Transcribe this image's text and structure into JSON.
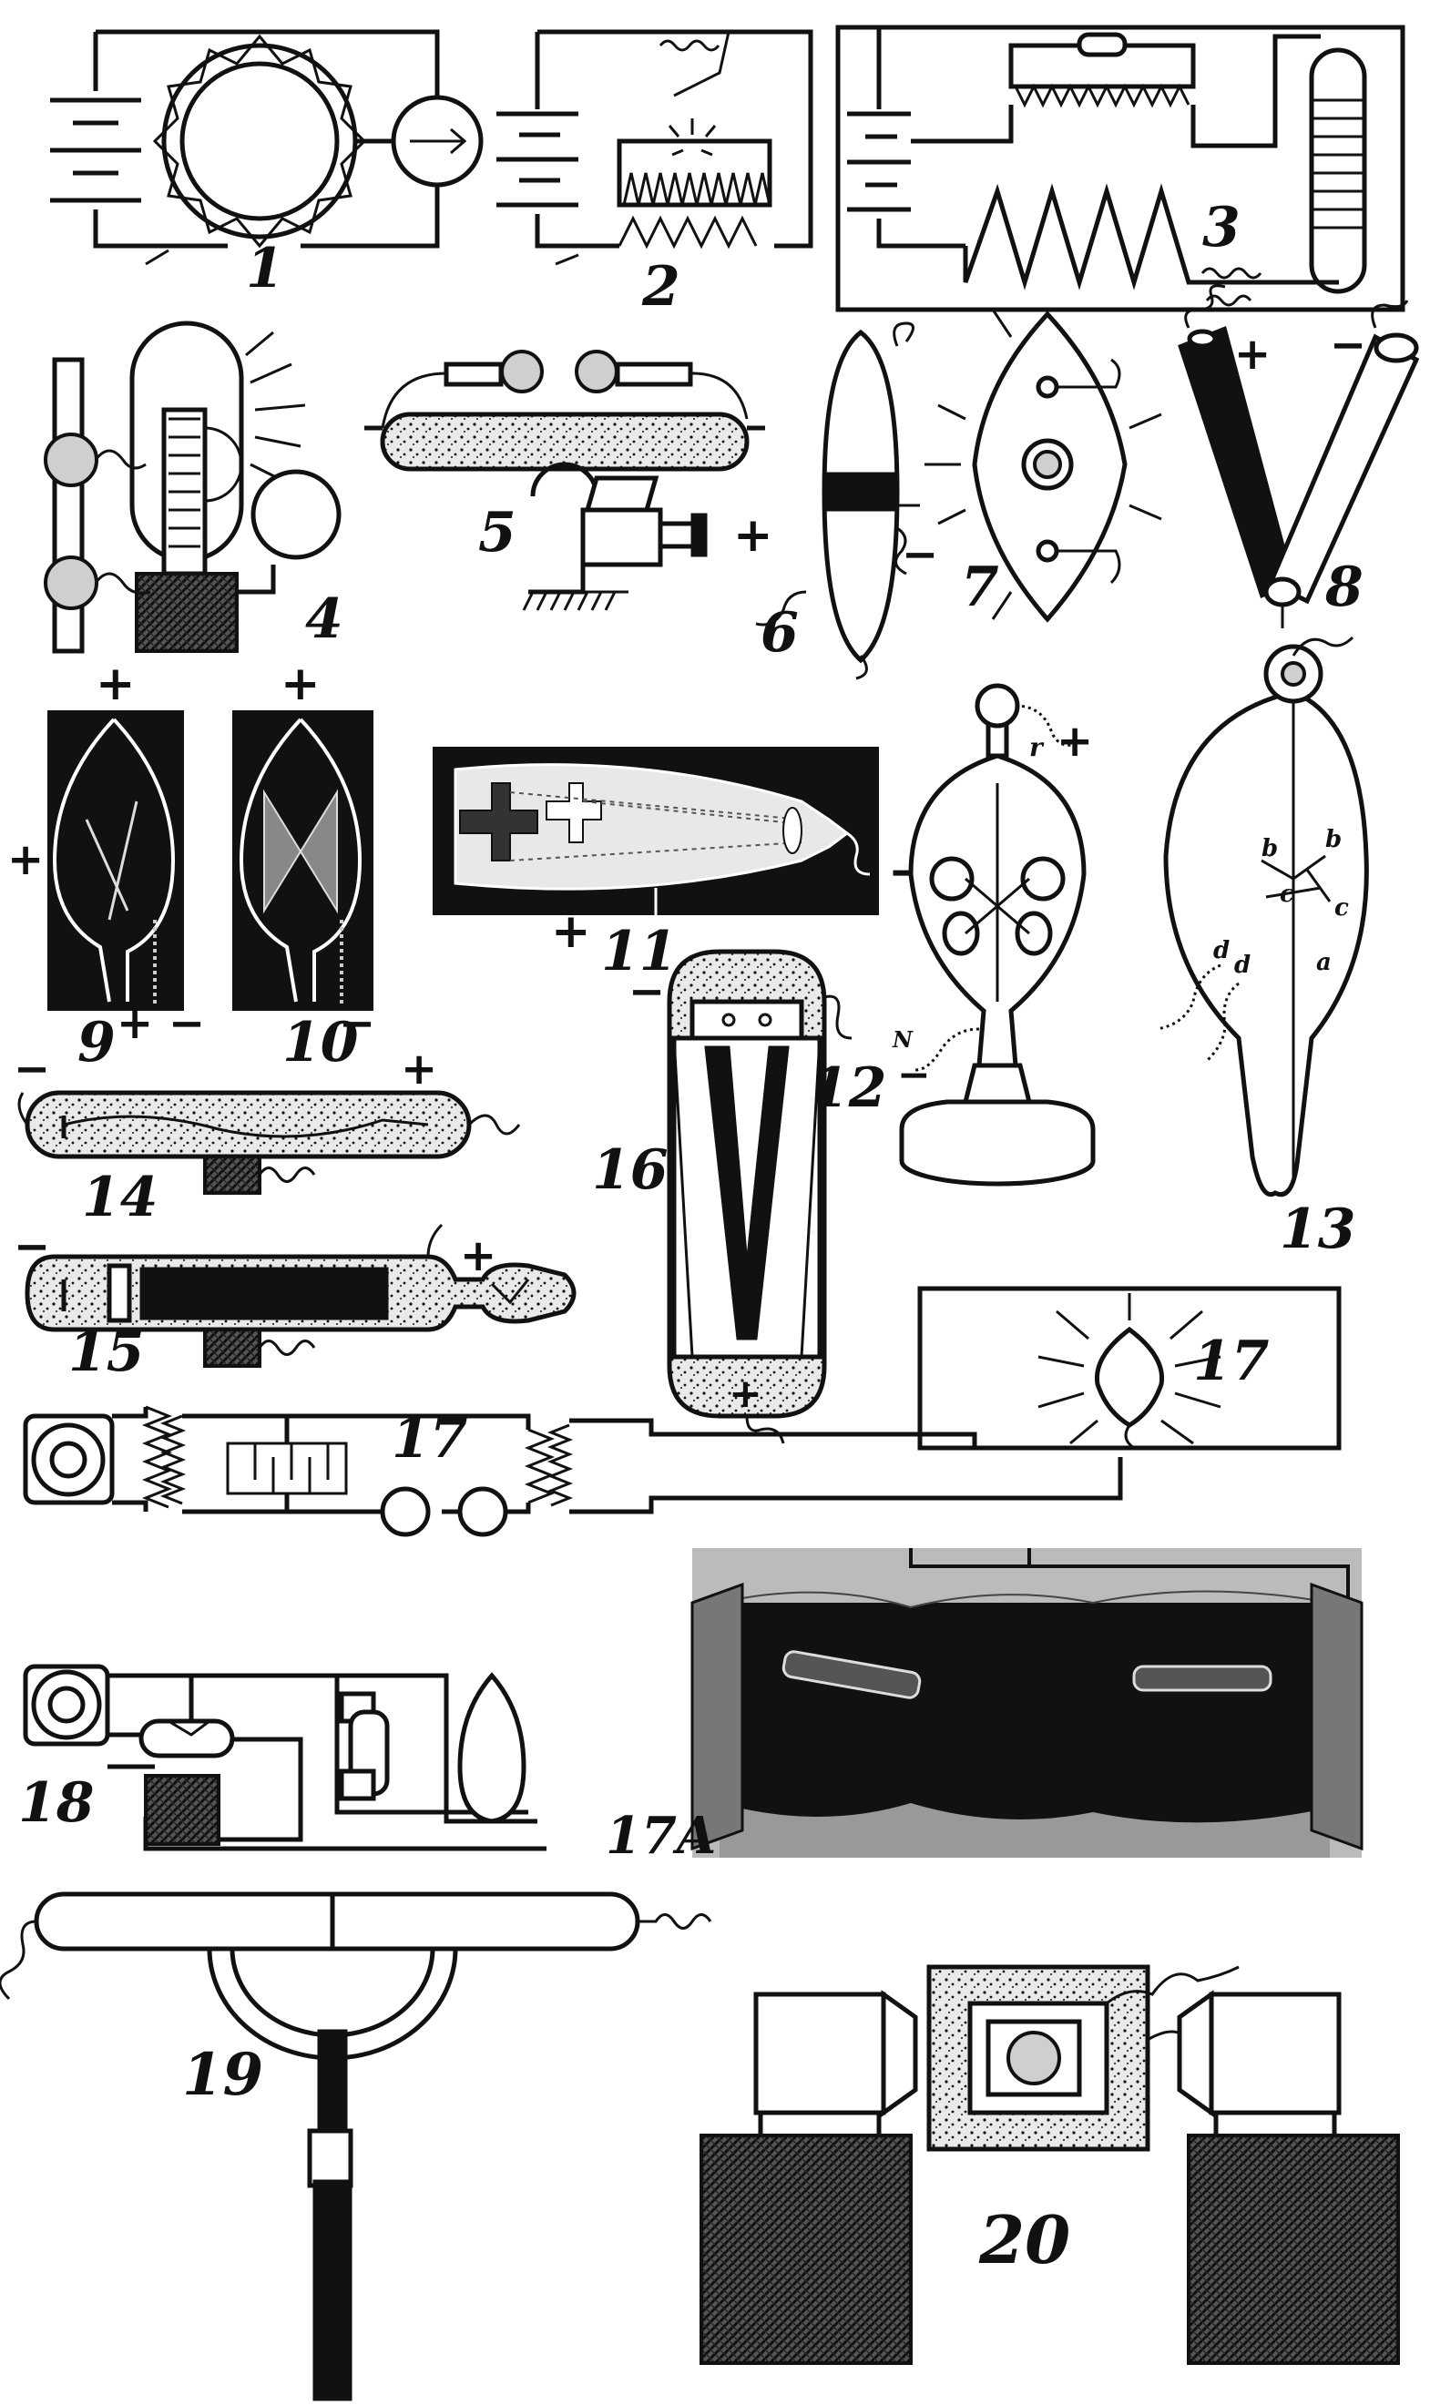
{
  "figure_labels": {
    "f1": "1",
    "f2": "2",
    "f3": "3",
    "f4": "4",
    "f5": "5",
    "f6": "6",
    "f7": "7",
    "f8": "8",
    "f9": "9",
    "f10": "10",
    "f11": "11",
    "f12": "12",
    "f13": "13",
    "f14": "14",
    "f15": "15",
    "f16": "16",
    "f17a": "17",
    "f17b": "17",
    "f17A": "17A",
    "f18": "18",
    "f19": "19",
    "f20": "20"
  },
  "signs": {
    "plus": "+",
    "minus": "−"
  },
  "letters": {
    "r": "r",
    "N": "N",
    "a": "a",
    "b": "b",
    "c": "c",
    "d": "d"
  },
  "colors": {
    "ink": "#111111",
    "paper": "#ffffff"
  }
}
